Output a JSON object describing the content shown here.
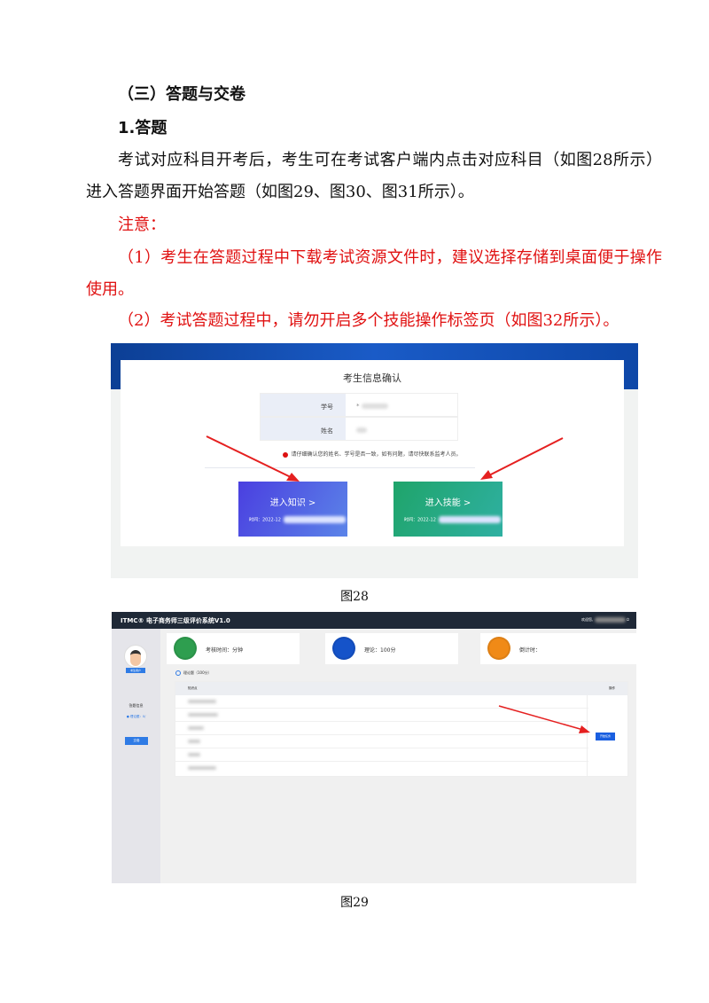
{
  "doc": {
    "section_title": "（三）答题与交卷",
    "subsection_title": "1.答题",
    "paragraph": "考试对应科目开考后，考生可在考试客户端内点击对应科目（如图28所示）进入答题界面开始答题（如图29、图30、图31所示）。",
    "notice_label": "注意：",
    "notice_1": "（1）考生在答题过程中下载考试资源文件时，建议选择存储到桌面便于操作使用。",
    "notice_2": "（2）考试答题过程中，请勿开启多个技能操作标签页（如图32所示）。",
    "caption_28": "图28",
    "caption_29": "图29",
    "text_color_notice": "#e01010"
  },
  "fig28": {
    "title": "考生信息确认",
    "fields": [
      {
        "label": "学号",
        "value": "*"
      },
      {
        "label": "姓名",
        "value": ""
      }
    ],
    "notice": "请仔细确认您的姓名、学号是否一致，如有问题，请尽快联系监考人员。",
    "btn_knowledge": "进入知识 >",
    "btn_skill": "进入技能 >",
    "time_prefix": "时间：2022-12",
    "btn_knowledge_color": "#4f5be0",
    "btn_skill_color": "#22a77a"
  },
  "fig29": {
    "app_title": "ITMC® 电子商务师三级评价系统V1.0",
    "welcome": "欢迎您,",
    "user_tag": "考生用户",
    "answer_info": "答题信息",
    "theory_progress": "● 理论题：0/",
    "submit": "交卷",
    "stat_time": "考核时间：分钟",
    "stat_theory": "理论：100分",
    "stat_countdown": "倒计时：",
    "section": "理论题（100分）",
    "col_knowledge": "知识点",
    "col_action": "操作",
    "start_task": "开始任务"
  }
}
